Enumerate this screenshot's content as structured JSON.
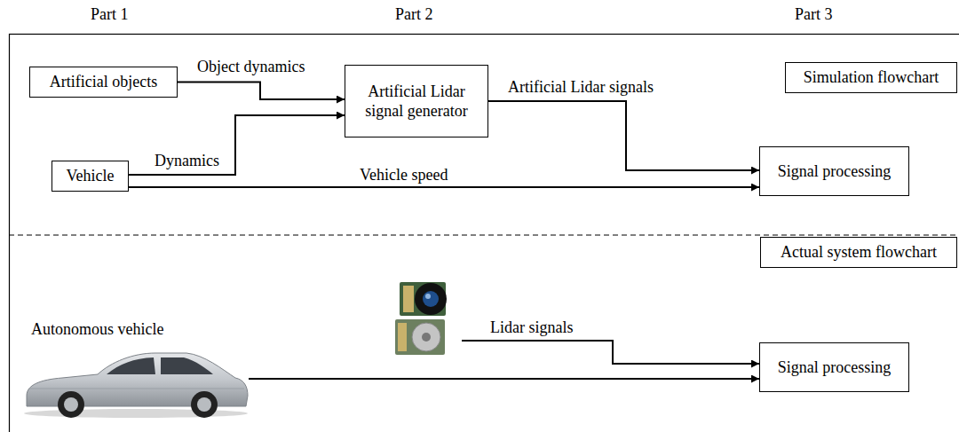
{
  "diagram": {
    "nodes": [
      {
        "text": [
          "Artificial objects"
        ]
      },
      {
        "text": [
          "Artificial Lidar signal generator"
        ]
      },
      {
        "text": [
          "Simulation flowchart"
        ]
      },
      {
        "text": [
          "Vehicle"
        ]
      },
      {
        "text": [
          "Signal processing"
        ]
      },
      {
        "text": [
          "Actual system flowchart"
        ]
      },
      {
        "text": []
      },
      {
        "text": [
          "Autonomous vehicle"
        ]
      },
      {
        "text": [
          "Signal processing"
        ]
      }
    ],
    "edges": [
      {
        "from": 0,
        "to": 1,
        "label": "Object dynamics",
        "arrow": "to"
      },
      {
        "from": 3,
        "to": 1,
        "label": "Dynamics",
        "arrow": "to"
      },
      {
        "from": 1,
        "to": 4,
        "label": "Artificial Lidar signals",
        "arrow": "to"
      },
      {
        "from": 3,
        "to": 4,
        "label": "Vehicle speed",
        "arrow": "to"
      },
      {
        "from": 6,
        "to": 8,
        "label": "Lidar signals",
        "arrow": "to"
      },
      {
        "from": 7,
        "to": 8,
        "arrow": "to"
      }
    ],
    "labels": [
      "Part 1",
      "Part 2",
      "Part 3"
    ]
  }
}
